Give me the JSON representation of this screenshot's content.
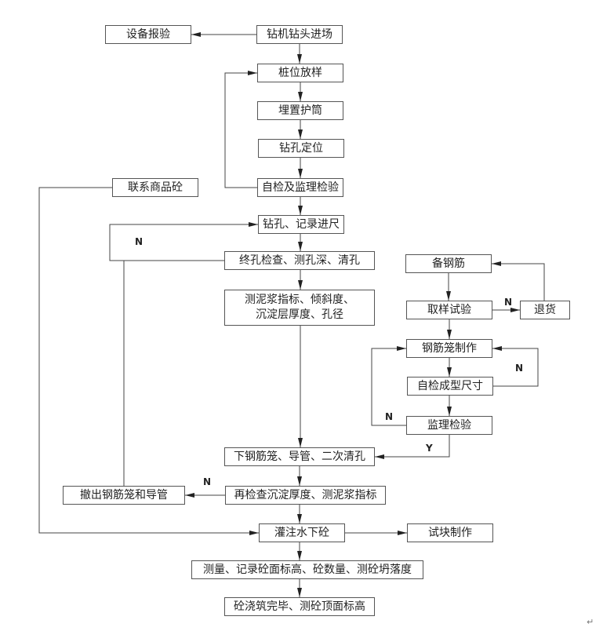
{
  "diagram": {
    "type": "flowchart",
    "nodes": {
      "equip_check": "设备报验",
      "rig_entry": "钻机钻头进场",
      "pile_layout": "桩位放样",
      "casing": "埋置护筒",
      "drill_position": "钻孔定位",
      "self_supervise_check": "自检及监理检验",
      "drilling_record": "钻孔、记录进尺",
      "final_hole_check": "终孔检查、测孔深、清孔",
      "measure_mud": "测泥浆指标、倾斜度、\n沉淀层厚度、孔径",
      "contact_concrete": "联系商品砼",
      "prepare_rebar": "备钢筋",
      "sample_test": "取样试验",
      "return_goods": "退货",
      "cage_making": "钢筋笼制作",
      "self_check_size": "自检成型尺寸",
      "supervise_check": "监理检验",
      "lower_cage": "下钢筋笼、导管、二次清孔",
      "recheck_sediment": "再检查沉淀厚度、测泥浆指标",
      "remove_cage": "撤出钢筋笼和导管",
      "pour_concrete": "灌注水下砼",
      "test_block": "试块制作",
      "measure_record": "测量、记录砼面标高、砼数量、测砼坍落度",
      "finish_pour": "砼浇筑完毕、测砼顶面标高"
    },
    "labels": {
      "n": "N",
      "y": "Y"
    },
    "edges": [
      {
        "from": "rig_entry",
        "to": "equip_check"
      },
      {
        "from": "rig_entry",
        "to": "pile_layout"
      },
      {
        "from": "pile_layout",
        "to": "casing"
      },
      {
        "from": "casing",
        "to": "drill_position"
      },
      {
        "from": "drill_position",
        "to": "self_supervise_check"
      },
      {
        "from": "self_supervise_check",
        "to": "pile_layout"
      },
      {
        "from": "self_supervise_check",
        "to": "drilling_record"
      },
      {
        "from": "drilling_record",
        "to": "final_hole_check"
      },
      {
        "from": "final_hole_check",
        "to": "drilling_record",
        "label": "N"
      },
      {
        "from": "final_hole_check",
        "to": "measure_mud"
      },
      {
        "from": "measure_mud",
        "to": "lower_cage"
      },
      {
        "from": "prepare_rebar",
        "to": "sample_test"
      },
      {
        "from": "sample_test",
        "to": "return_goods",
        "label": "N"
      },
      {
        "from": "return_goods",
        "to": "prepare_rebar"
      },
      {
        "from": "sample_test",
        "to": "cage_making"
      },
      {
        "from": "cage_making",
        "to": "self_check_size"
      },
      {
        "from": "self_check_size",
        "to": "cage_making",
        "label": "N"
      },
      {
        "from": "self_check_size",
        "to": "supervise_check"
      },
      {
        "from": "supervise_check",
        "to": "cage_making",
        "label": "N"
      },
      {
        "from": "supervise_check",
        "to": "lower_cage",
        "label": "Y"
      },
      {
        "from": "lower_cage",
        "to": "recheck_sediment"
      },
      {
        "from": "recheck_sediment",
        "to": "remove_cage",
        "label": "N"
      },
      {
        "from": "remove_cage",
        "to": "drilling_record"
      },
      {
        "from": "recheck_sediment",
        "to": "pour_concrete"
      },
      {
        "from": "contact_concrete",
        "to": "pour_concrete"
      },
      {
        "from": "pour_concrete",
        "to": "test_block"
      },
      {
        "from": "pour_concrete",
        "to": "measure_record"
      },
      {
        "from": "measure_record",
        "to": "finish_pour"
      }
    ]
  },
  "paragraph_mark": "↵"
}
